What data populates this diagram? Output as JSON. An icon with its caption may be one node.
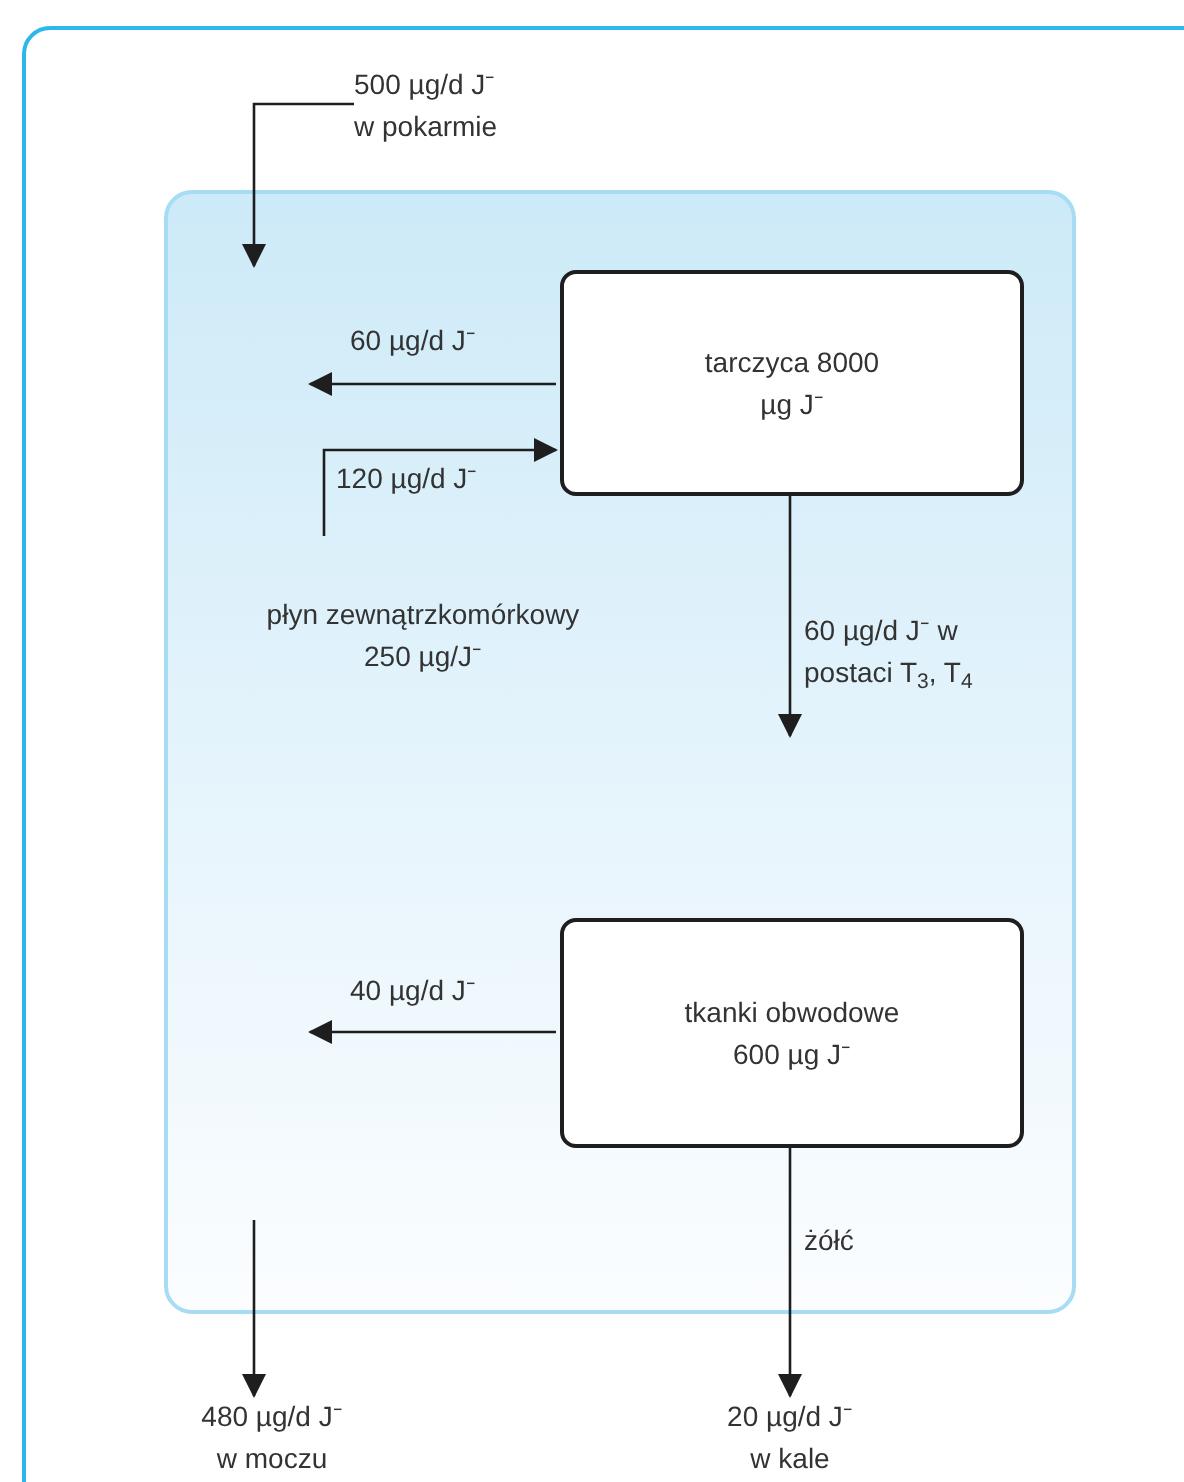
{
  "diagram": {
    "nodes": [
      {
        "text": [
          "500 µg/d J⁻ w pokarmie"
        ]
      },
      {
        "text": [
          "płyn zewnątrzkomórkowy 250 µg/J⁻"
        ]
      },
      {
        "text": [
          "tarczyca 8000 µg J⁻"
        ],
        "in": 1
      },
      {
        "text": [
          "tkanki obwodowe 600 µg J⁻"
        ],
        "in": 1
      },
      {
        "text": [
          "480 µg/d J⁻ w moczu"
        ]
      },
      {
        "text": [
          "20 µg/d J⁻ w kale"
        ]
      }
    ],
    "edges": [
      {
        "from": 0,
        "to": null,
        "arrow": "to"
      },
      {
        "from": 2,
        "to": null,
        "arrow": "to",
        "label": "60 µg/d J⁻"
      },
      {
        "from": null,
        "to": 2,
        "arrow": "to",
        "label": "120 µg/d J⁻"
      },
      {
        "from": 2,
        "to": null,
        "arrow": "to",
        "label": "60 µg/d J⁻ w postaci T$_{3}$, T$_{4}$"
      },
      {
        "from": 3,
        "to": null,
        "arrow": "to",
        "label": "40 µg/d J⁻"
      },
      {
        "from": null,
        "to": 4,
        "arrow": "to"
      },
      {
        "from": 3,
        "to": 5,
        "arrow": "to",
        "label": "żółć"
      }
    ]
  }
}
